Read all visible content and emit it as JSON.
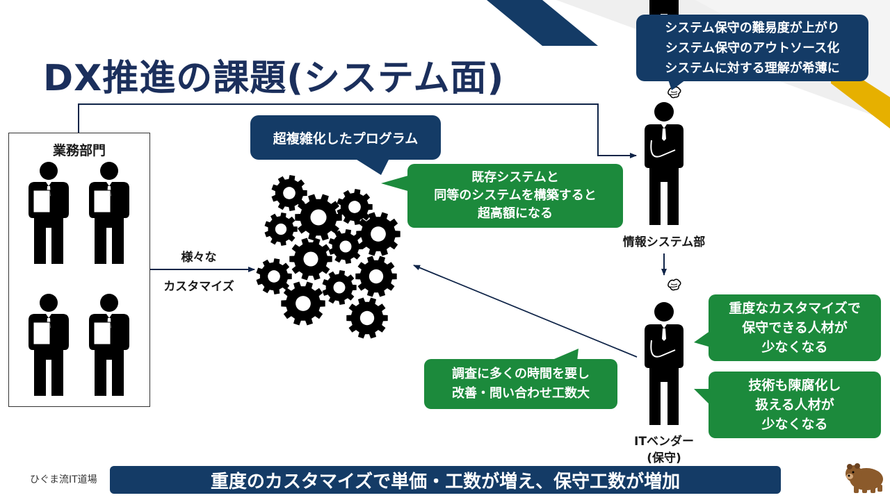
{
  "title": "DX推進の課題(システム面)",
  "business_dept": {
    "label": "業務部門"
  },
  "customize_label": {
    "line1": "様々な",
    "line2": "カスタマイズ"
  },
  "program_bubble": {
    "text": "超複雑化したプログラム"
  },
  "cost_bubble": {
    "lines": [
      "既存システムと",
      "同等のシステムを構築すると",
      "超高額になる"
    ]
  },
  "is_bubble": {
    "lines": [
      "システム保守の難易度が上がり",
      "システム保守のアウトソース化",
      "システムに対する理解が希薄に"
    ]
  },
  "is_dept": {
    "label": "情報システム部"
  },
  "vendor": {
    "line1": "ITベンダー",
    "line2": "(保守)"
  },
  "vendor_bubble1": {
    "lines": [
      "重度なカスタマイズで",
      "保守できる人材が",
      "少なくなる"
    ]
  },
  "vendor_bubble2": {
    "lines": [
      "技術も陳腐化し",
      "扱える人材が",
      "少なくなる"
    ]
  },
  "investigate_bubble": {
    "lines": [
      "調査に多くの時間を要し",
      "改善・問い合わせ工数大"
    ]
  },
  "footer": {
    "text": "重度のカスタマイズで単価・工数が増え、保守工数が増加",
    "logo": "ひぐま流IT道場"
  },
  "colors": {
    "navy": "#143b66",
    "green": "#1c8a3c",
    "gold": "#e6b000",
    "title": "#1b2f5c"
  },
  "icons": [
    "gear-icon",
    "businessman-icon",
    "thinking-icon",
    "bear-icon"
  ]
}
